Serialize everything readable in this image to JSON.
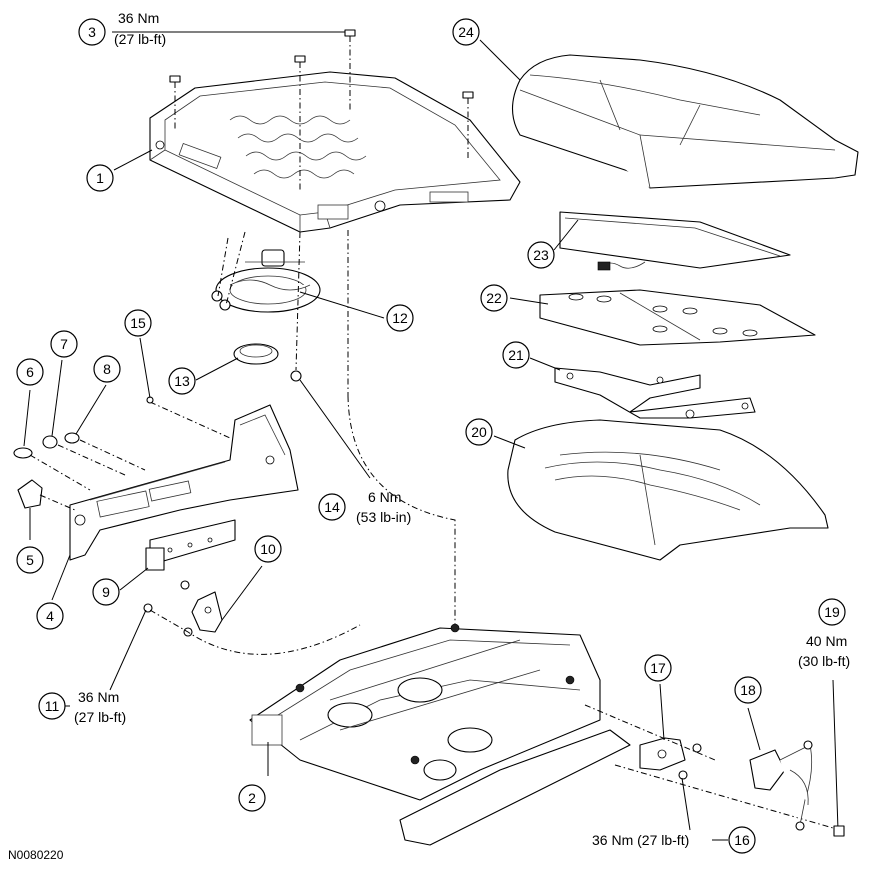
{
  "figure_id": "N0080220",
  "callouts": [
    {
      "id": "c1",
      "label": "1"
    },
    {
      "id": "c2",
      "label": "2"
    },
    {
      "id": "c3",
      "label": "3"
    },
    {
      "id": "c4",
      "label": "4"
    },
    {
      "id": "c5",
      "label": "5"
    },
    {
      "id": "c6",
      "label": "6"
    },
    {
      "id": "c7",
      "label": "7"
    },
    {
      "id": "c8",
      "label": "8"
    },
    {
      "id": "c9",
      "label": "9"
    },
    {
      "id": "c10",
      "label": "10"
    },
    {
      "id": "c11",
      "label": "11"
    },
    {
      "id": "c12",
      "label": "12"
    },
    {
      "id": "c13",
      "label": "13"
    },
    {
      "id": "c14",
      "label": "14"
    },
    {
      "id": "c15",
      "label": "15"
    },
    {
      "id": "c16",
      "label": "16"
    },
    {
      "id": "c17",
      "label": "17"
    },
    {
      "id": "c18",
      "label": "18"
    },
    {
      "id": "c19",
      "label": "19"
    },
    {
      "id": "c20",
      "label": "20"
    },
    {
      "id": "c21",
      "label": "21"
    },
    {
      "id": "c22",
      "label": "22"
    },
    {
      "id": "c23",
      "label": "23"
    },
    {
      "id": "c24",
      "label": "24"
    }
  ],
  "torque": {
    "t3_line1": "36 Nm",
    "t3_line2": "(27 lb-ft)",
    "t14_line1": "6 Nm",
    "t14_line2": "(53 lb-in)",
    "t11_line1": "36 Nm",
    "t11_line2": "(27 lb-ft)",
    "t19_line1": "40 Nm",
    "t19_line2": "(30 lb-ft)",
    "t16": "36 Nm (27 lb-ft)"
  }
}
